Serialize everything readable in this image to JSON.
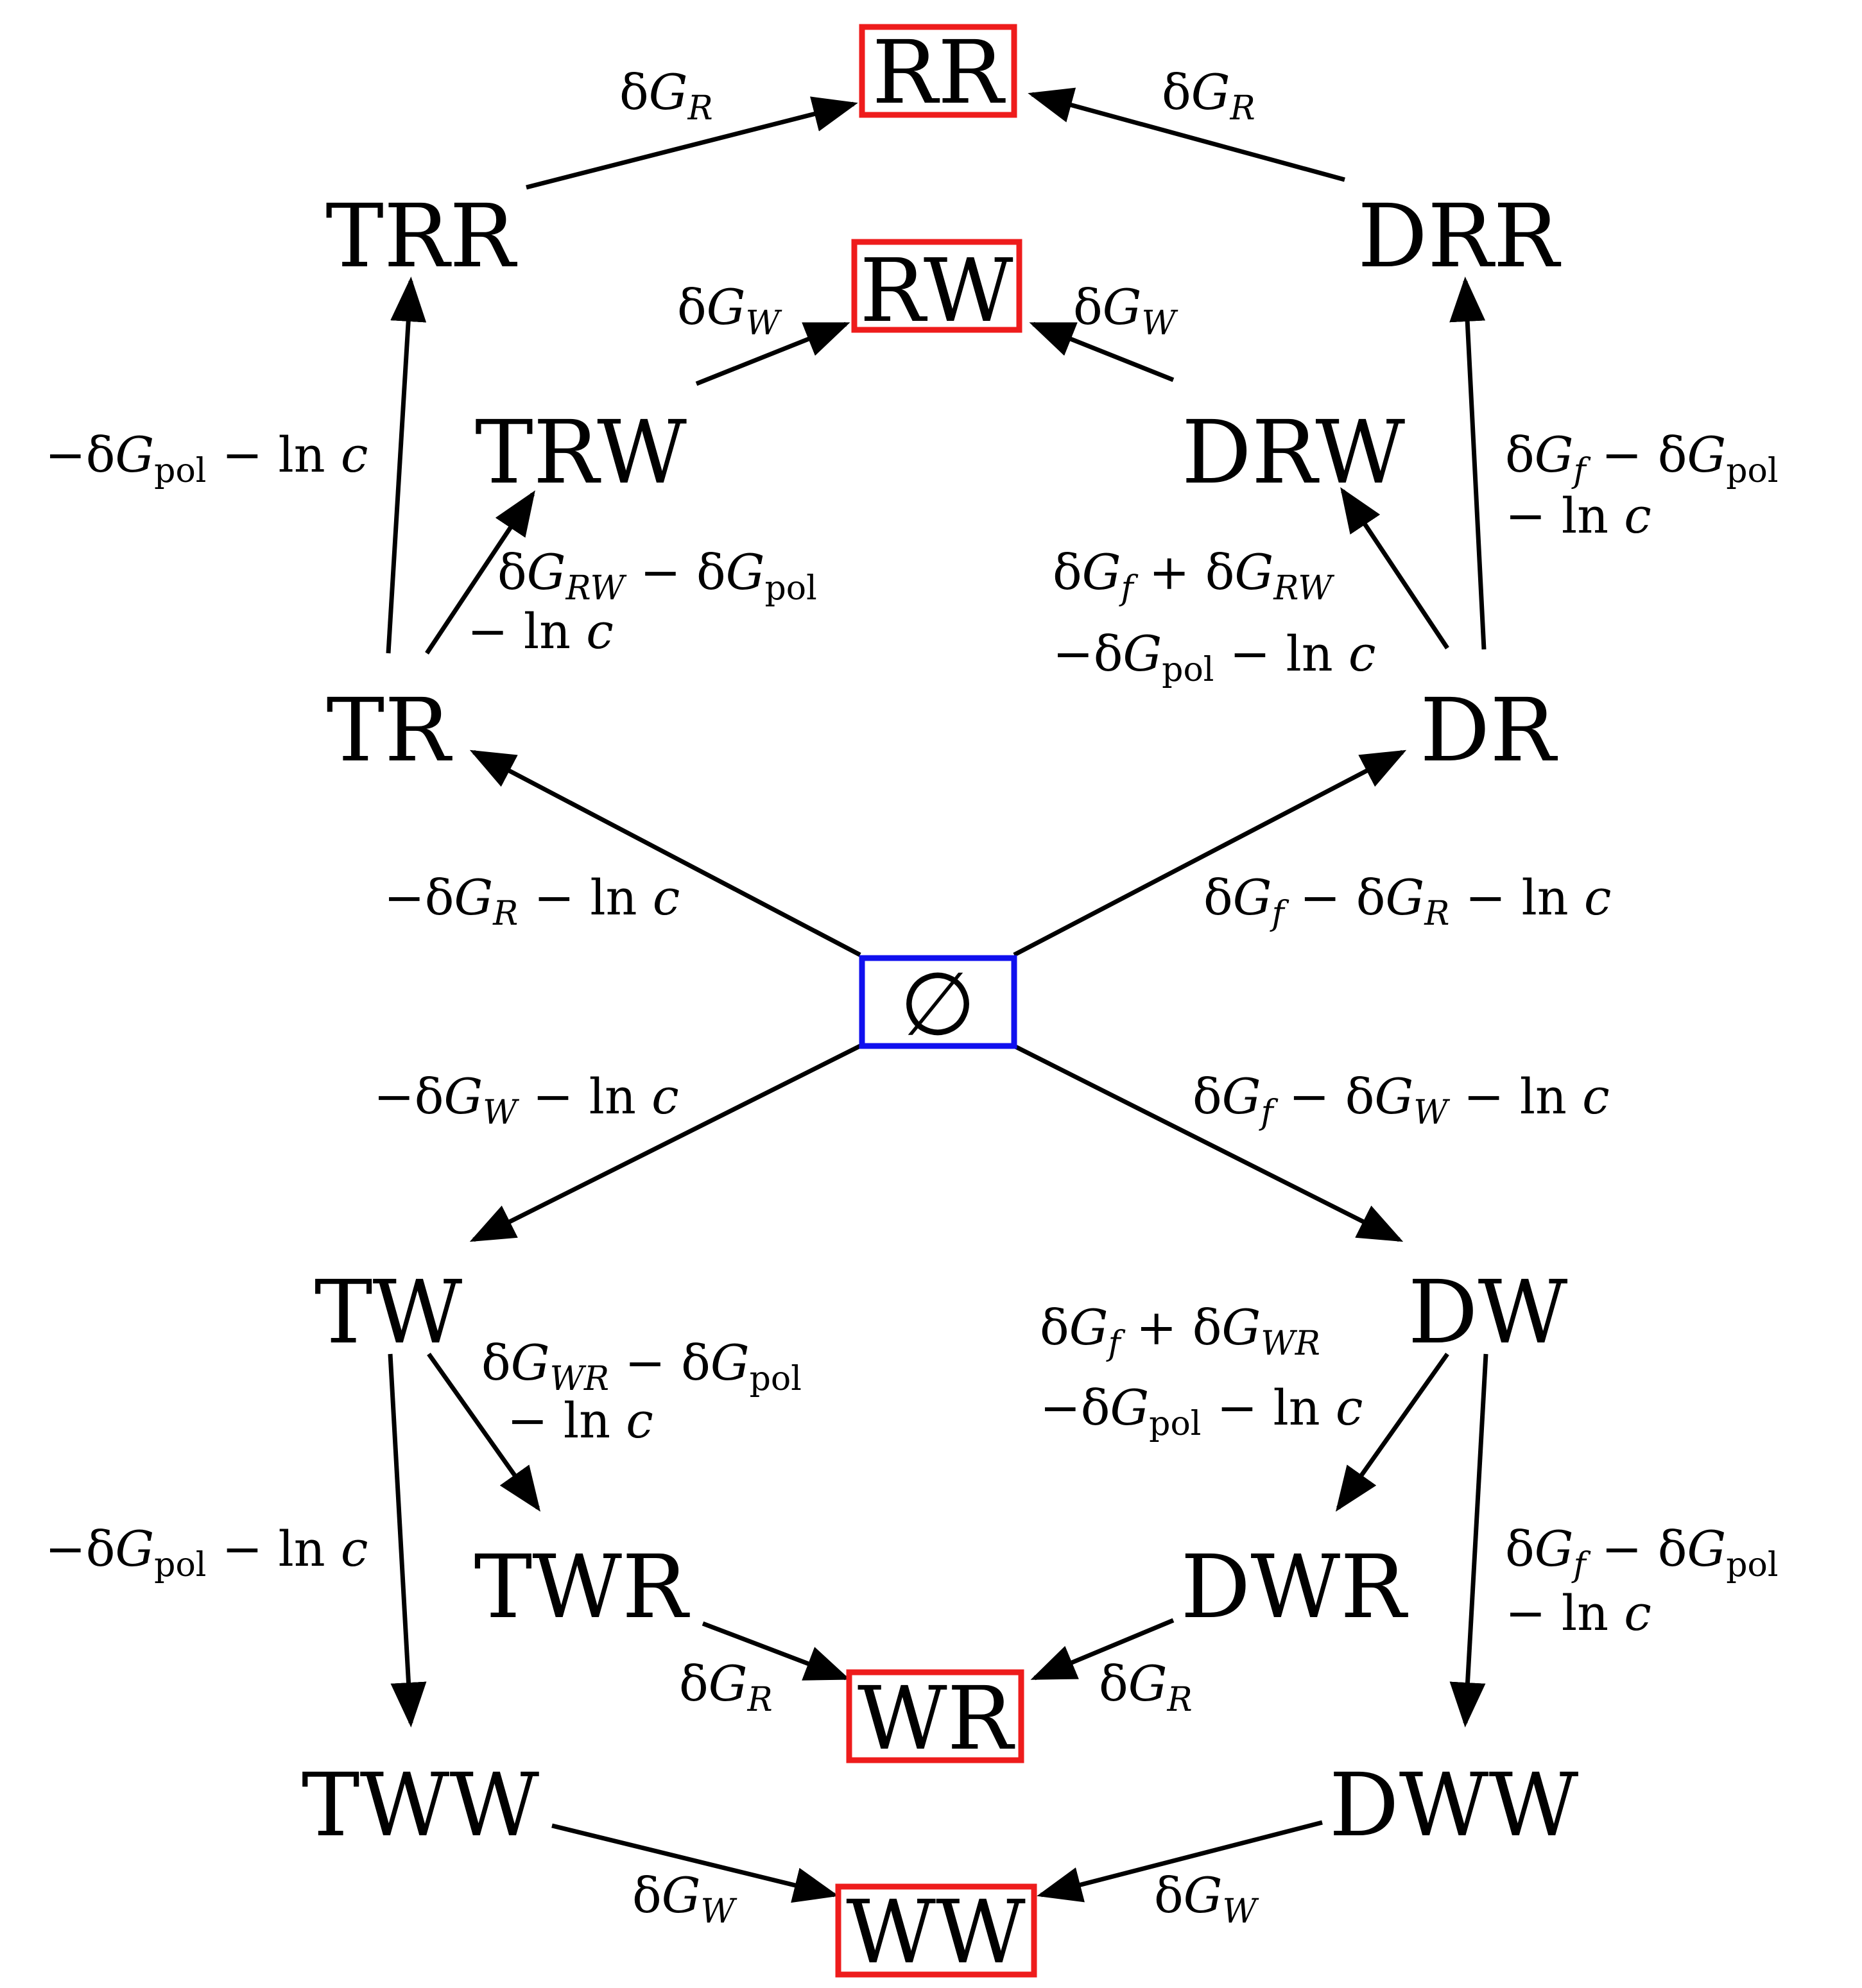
{
  "colors": {
    "final_state_box": "#ee1c1c",
    "initial_state_box": "#1010ee",
    "edges": "#000000",
    "text": "#000000"
  },
  "nodes": {
    "rr": "RR",
    "trr": "TRR",
    "drr": "DRR",
    "rw": "RW",
    "trw": "TRW",
    "drw": "DRW",
    "tr": "TR",
    "dr": "DR",
    "empty": "∅",
    "tw": "TW",
    "dw": "DW",
    "twr": "TWR",
    "dwr": "DWR",
    "wr": "WR",
    "tww": "TWW",
    "dww": "DWW",
    "ww": "WW"
  },
  "symbols": {
    "delta": "δ",
    "G": "G",
    "minus": "−",
    "plus": "+",
    "ln": "ln",
    "c": "c",
    "sub_R": "R",
    "sub_W": "W",
    "sub_f": "f",
    "sub_pol": "pol",
    "sub_RW": "RW",
    "sub_WR": "WR"
  }
}
